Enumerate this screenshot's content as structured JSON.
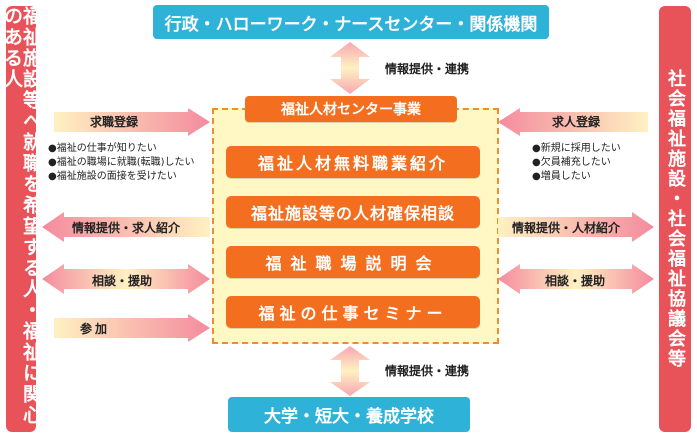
{
  "top_box": "行政・ハローワーク・ナースセンター・関係機関",
  "bottom_box": "大学・短大・養成学校",
  "left_sidebar": "福祉施設等へ就職を希望する人・福祉に関心のある人",
  "right_sidebar": "社会福祉施設・社会福祉協議会等",
  "center_header": "福祉人材センター事業",
  "center_items": [
    "福祉人材無料職業紹介",
    "福祉施設等の人材確保相談",
    "福祉職場説明会",
    "福祉の仕事セミナー"
  ],
  "top_arrow_label": "情報提供・連携",
  "bottom_arrow_label": "情報提供・連携",
  "left_arrows": [
    {
      "label": "求職登録"
    },
    {
      "label": "情報提供・求人紹介"
    },
    {
      "label": "相談・援助"
    },
    {
      "label": "参加"
    }
  ],
  "left_bullets": [
    "●福祉の仕事が知りたい",
    "●福祉の職場に就職(転職)したい",
    "●福祉施設の面接を受けたい"
  ],
  "right_arrows": [
    {
      "label": "求人登録"
    },
    {
      "label": "情報提供・人材紹介"
    },
    {
      "label": "相談・援助"
    }
  ],
  "right_bullets": [
    "●新規に採用したい",
    "●欠員補充したい",
    "●増員したい"
  ],
  "colors": {
    "sidebar": "#e8535a",
    "top_bottom_box": "#2fb2d8",
    "center_item": "#f36e1e",
    "center_frame_bg": "#fff8c4",
    "arrow_pink": "#f29aa8"
  }
}
